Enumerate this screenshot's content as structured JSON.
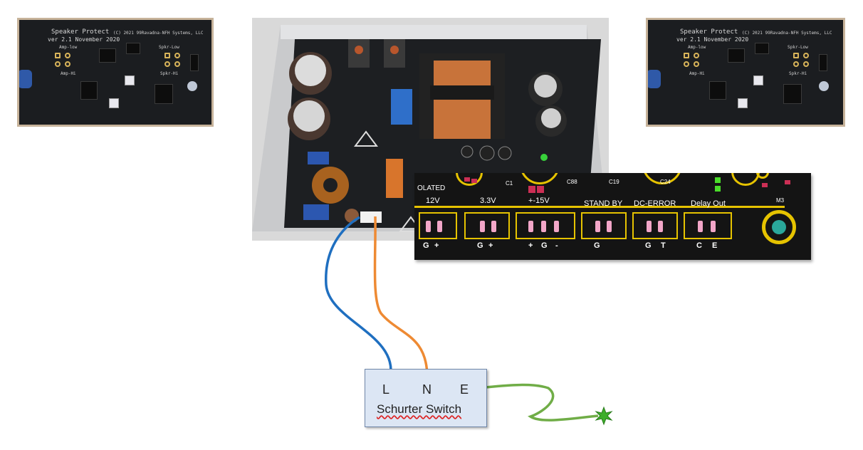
{
  "left_board": {
    "title": "Speaker Protect",
    "version": "ver 2.1  November 2020",
    "copyright": "(C) 2021 99Ravadna-NFH Systems, LLC",
    "labels": [
      "Amp-low",
      "Amp-Hi",
      "Spkr-Low",
      "Spkr-Hi"
    ]
  },
  "right_board": {
    "title": "Speaker Protect",
    "version": "ver 2.1  November 2020",
    "copyright": "(C) 2021 99Ravadna-NFH Systems, LLC",
    "labels": [
      "Amp-low",
      "Amp-Hi",
      "Spkr-Low",
      "Spkr-Hi"
    ]
  },
  "pcb_layout": {
    "partial_label": "OLATED",
    "headers": [
      {
        "label": "12V",
        "pins": [
          "G",
          "+"
        ]
      },
      {
        "label": "3.3V",
        "pins": [
          "G",
          "+"
        ]
      },
      {
        "label": "+-15V",
        "pins": [
          "+",
          "G",
          "-"
        ]
      },
      {
        "label": "STAND BY",
        "pins": [
          "G"
        ]
      },
      {
        "label": "DC-ERROR",
        "pins": [
          "G",
          "T"
        ]
      },
      {
        "label": "Delay Out",
        "pins": [
          "C",
          "E"
        ]
      }
    ],
    "refs": [
      "C1",
      "C88",
      "C19",
      "C24",
      "M3"
    ]
  },
  "switch": {
    "terminals": [
      "L",
      "N",
      "E"
    ],
    "name": "Schurter Switch"
  },
  "colors": {
    "wire_L": "#1f6fc0",
    "wire_N": "#ee8a33",
    "wire_E": "#70ad47",
    "pcb_yellow": "#e6c300",
    "switch_fill": "#dce6f4"
  },
  "icons": {
    "ground": "ground-star-icon"
  }
}
